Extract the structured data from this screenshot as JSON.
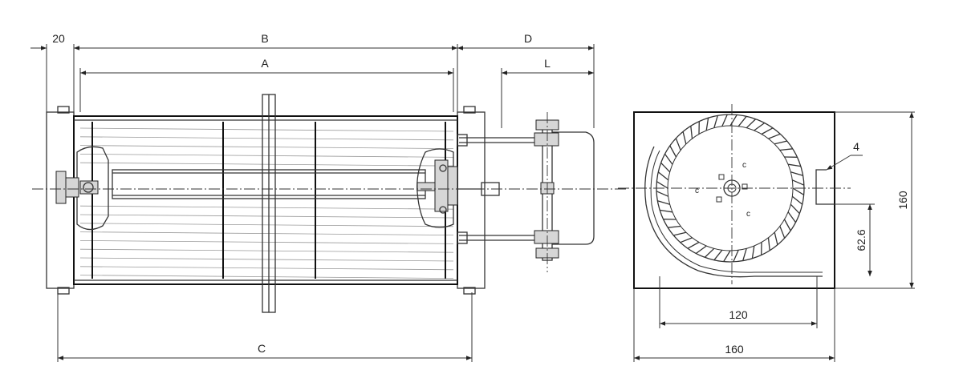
{
  "dimensions": {
    "left_margin": "20",
    "overall_length": "B",
    "rotor_length": "A",
    "mount_span": "C",
    "motor_length": "D",
    "motor_body": "L",
    "side_width": "160",
    "outlet_width": "120",
    "side_height": "160",
    "axis_height": "62.6",
    "callout": "4"
  }
}
